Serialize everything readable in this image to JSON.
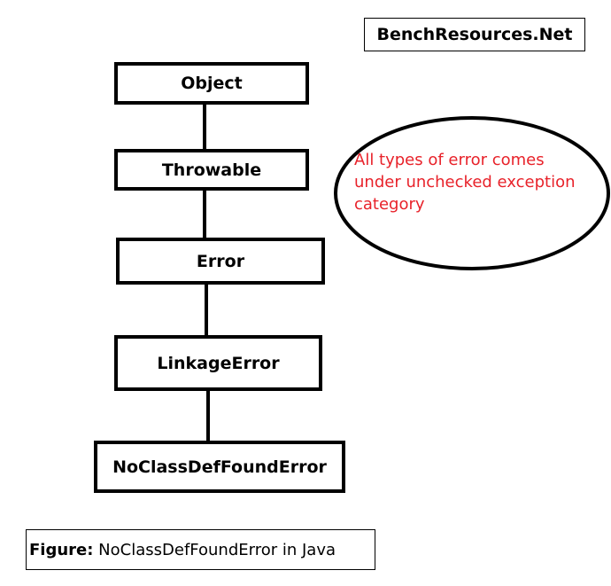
{
  "brand": {
    "label": "BenchResources.Net"
  },
  "hierarchy": {
    "nodes": [
      {
        "id": "object",
        "label": "Object"
      },
      {
        "id": "throwable",
        "label": "Throwable"
      },
      {
        "id": "error",
        "label": "Error"
      },
      {
        "id": "linkage-error",
        "label": "LinkageError"
      },
      {
        "id": "no-class-def-found-error",
        "label": "NoClassDefFoundError"
      }
    ],
    "edges": [
      {
        "from": "object",
        "to": "throwable"
      },
      {
        "from": "throwable",
        "to": "error"
      },
      {
        "from": "error",
        "to": "linkage-error"
      },
      {
        "from": "linkage-error",
        "to": "no-class-def-found-error"
      }
    ]
  },
  "note": {
    "text": "All types of error comes\nunder unchecked exception\ncategory",
    "color": "#e8222a"
  },
  "caption": {
    "label": "Figure:",
    "text": " NoClassDefFoundError in Java"
  }
}
